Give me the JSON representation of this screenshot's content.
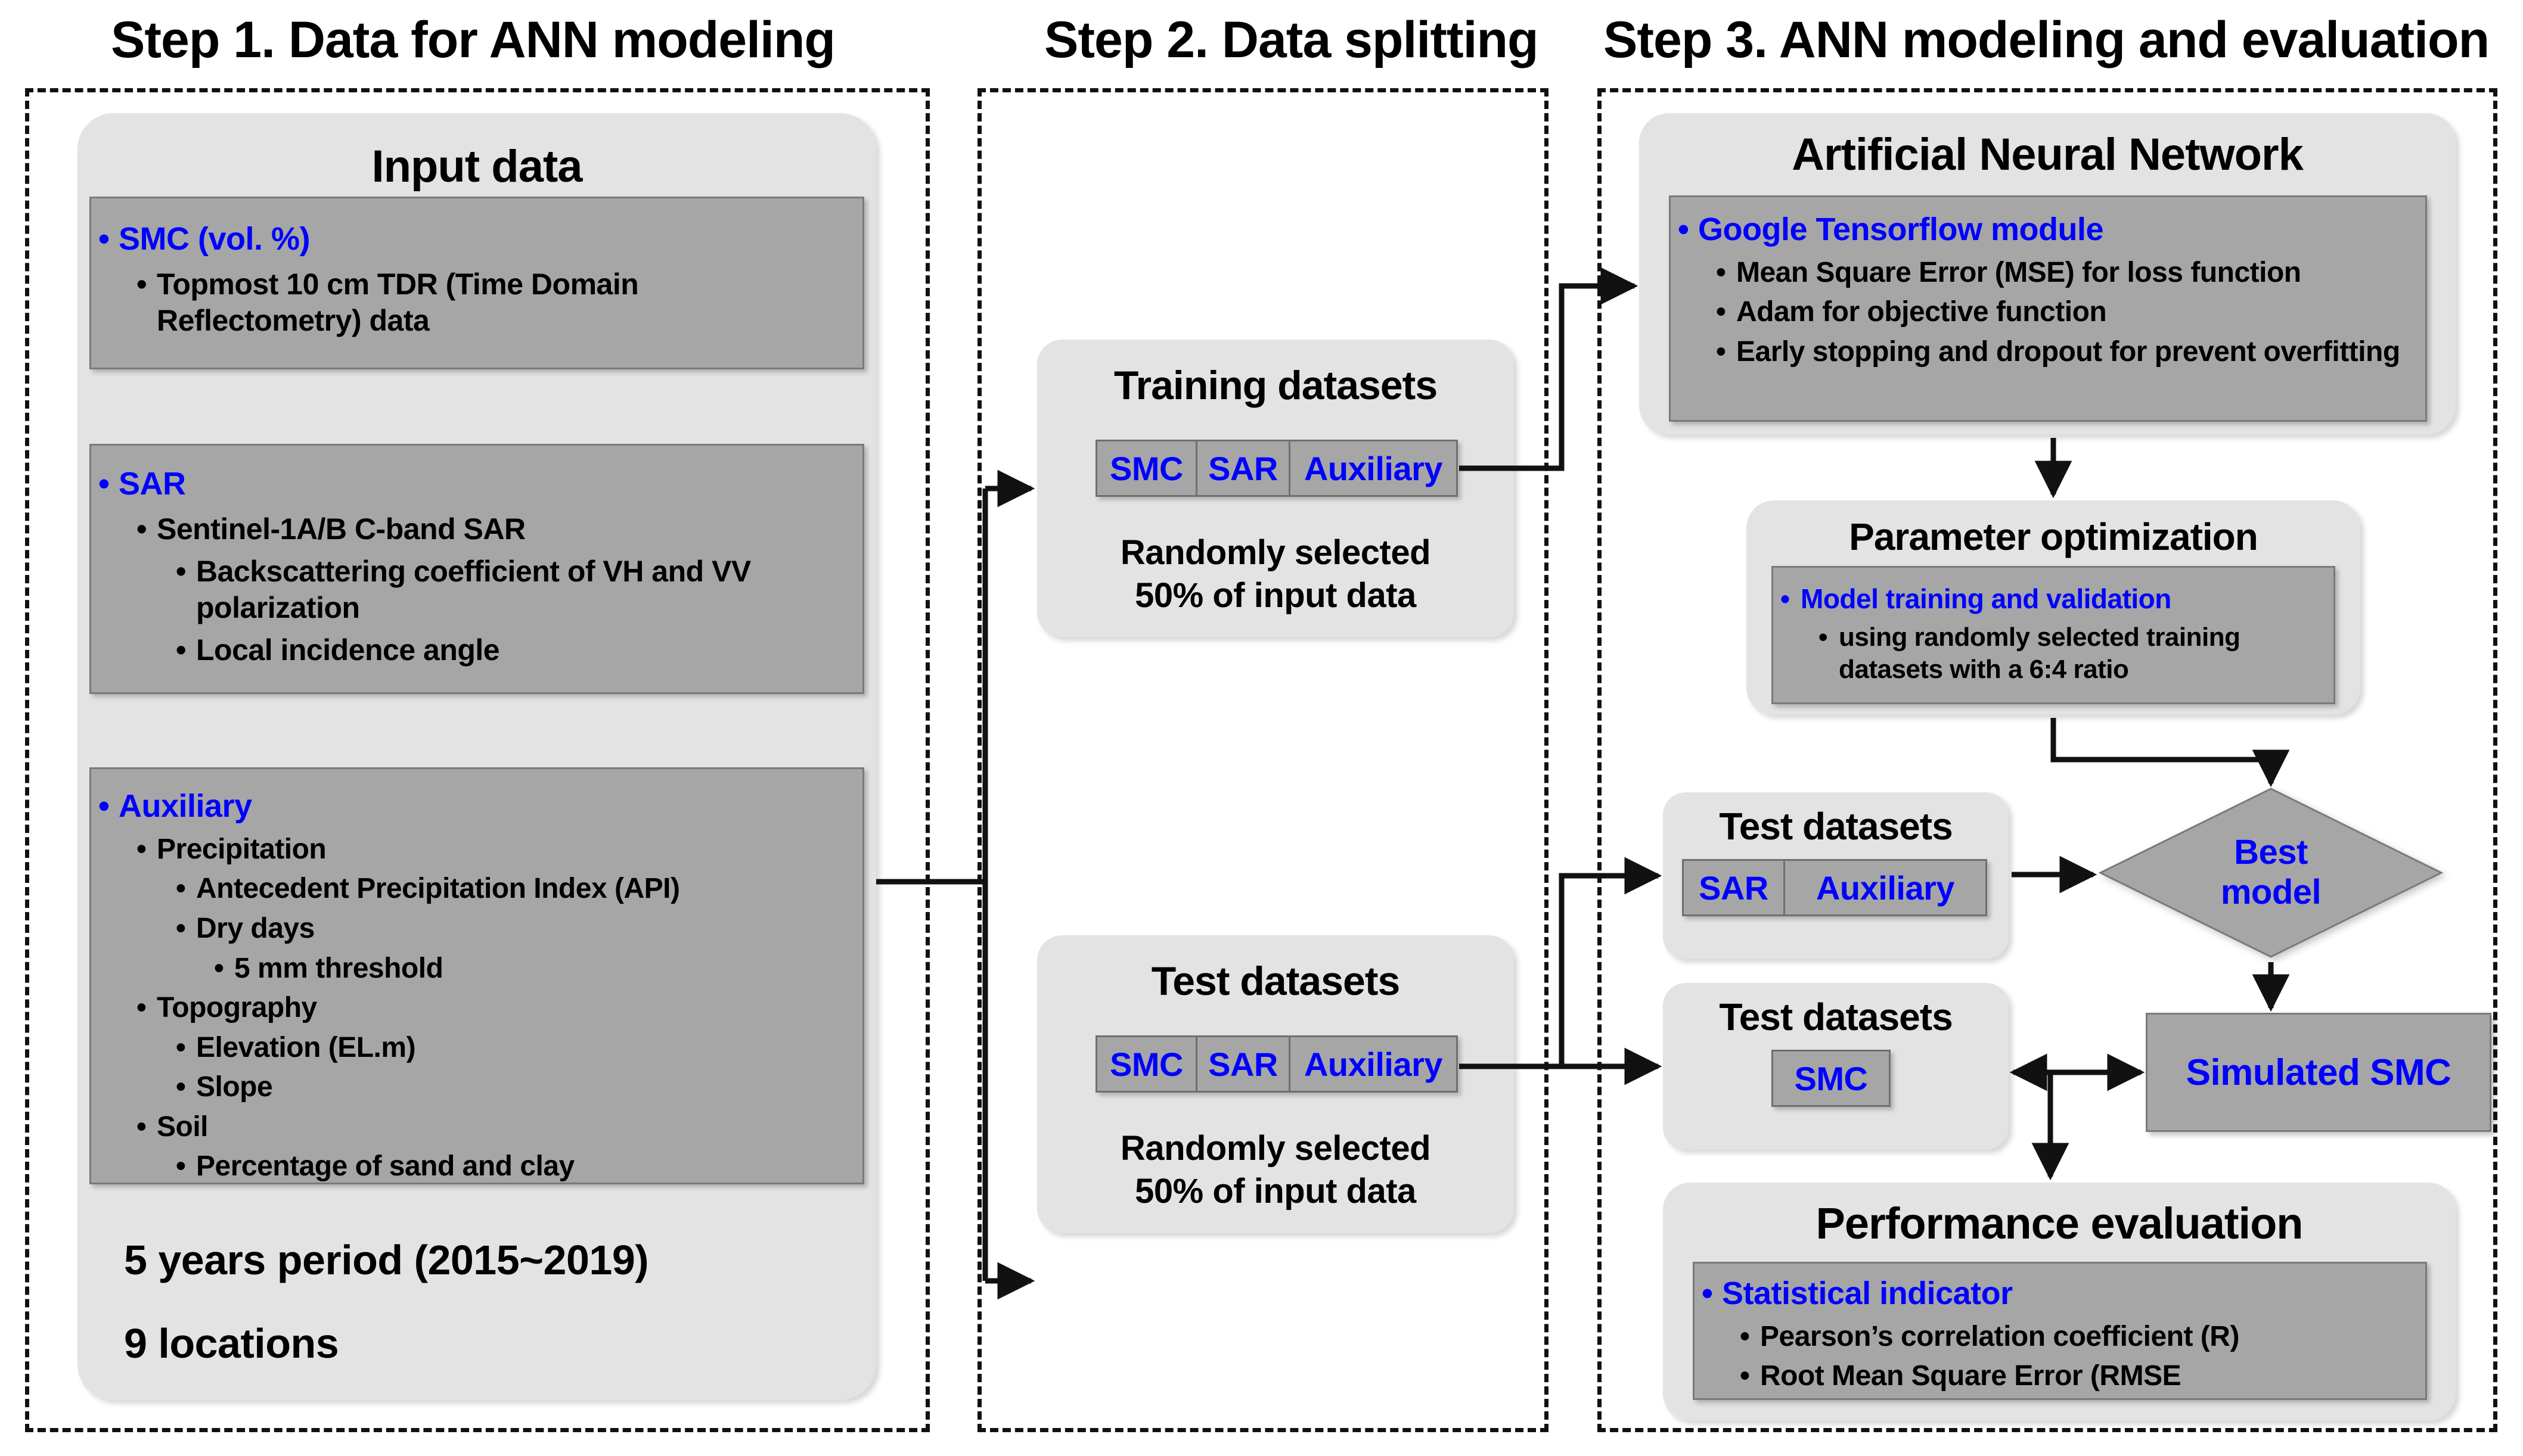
{
  "theme": {
    "accent_blue": "#0000FF",
    "panel_bg": "#e3e3e3",
    "box_bg": "#a6a6a6",
    "frame": "#111111",
    "text": "#000000"
  },
  "steps": [
    {
      "id": "step1",
      "title": "Step 1. Data for ANN modeling"
    },
    {
      "id": "step2",
      "title": "Step 2. Data splitting"
    },
    {
      "id": "step3",
      "title": "Step 3. ANN modeling and evaluation"
    }
  ],
  "step1": {
    "panel_title": "Input data",
    "smc_box": {
      "lines": [
        {
          "text": "SMC (vol. %)",
          "level": 0,
          "blue": true
        },
        {
          "text": "Topmost 10 cm TDR (Time Domain Reflectometry) data",
          "level": 1,
          "blue": false
        }
      ]
    },
    "sar_box": {
      "lines": [
        {
          "text": "SAR",
          "level": 0,
          "blue": true
        },
        {
          "text": "Sentinel-1A/B C-band SAR",
          "level": 1,
          "blue": false
        },
        {
          "text": "Backscattering coefficient of VH and VV polarization",
          "level": 2,
          "blue": false
        },
        {
          "text": "Local incidence angle",
          "level": 2,
          "blue": false
        }
      ]
    },
    "aux_box": {
      "lines": [
        {
          "text": "Auxiliary",
          "level": 0,
          "blue": true
        },
        {
          "text": "Precipitation",
          "level": 1,
          "blue": false
        },
        {
          "text": "Antecedent Precipitation Index (API)",
          "level": 2,
          "blue": false
        },
        {
          "text": "Dry days",
          "level": 2,
          "blue": false
        },
        {
          "text": "5 mm threshold",
          "level": 3,
          "blue": false
        },
        {
          "text": "Topography",
          "level": 1,
          "blue": false
        },
        {
          "text": "Elevation (EL.m)",
          "level": 2,
          "blue": false
        },
        {
          "text": "Slope",
          "level": 2,
          "blue": false
        },
        {
          "text": "Soil",
          "level": 1,
          "blue": false
        },
        {
          "text": "Percentage of sand and clay",
          "level": 2,
          "blue": false
        }
      ]
    },
    "footer_line1": "5 years period (2015~2019)",
    "footer_line2": "9 locations"
  },
  "step2": {
    "training": {
      "title": "Training datasets",
      "chips": [
        "SMC",
        "SAR",
        "Auxiliary"
      ],
      "note_line1": "Randomly selected",
      "note_line2": "50% of input data"
    },
    "test": {
      "title": "Test datasets",
      "chips": [
        "SMC",
        "SAR",
        "Auxiliary"
      ],
      "note_line1": "Randomly selected",
      "note_line2": "50% of input data"
    }
  },
  "step3": {
    "ann": {
      "title": "Artificial Neural Network",
      "lines": [
        {
          "text": "Google Tensorflow module",
          "level": 0,
          "blue": true
        },
        {
          "text": "Mean Square Error (MSE) for loss function",
          "level": 1,
          "blue": false
        },
        {
          "text": "Adam for objective function",
          "level": 1,
          "blue": false
        },
        {
          "text": "Early stopping and dropout for prevent overfitting",
          "level": 1,
          "blue": false
        }
      ]
    },
    "param": {
      "title": "Parameter optimization",
      "lines": [
        {
          "text": "Model training and validation",
          "level": 0,
          "blue": true
        },
        {
          "text": "using randomly selected training datasets with a 6:4 ratio",
          "level": 1,
          "blue": false
        }
      ]
    },
    "test_sar_aux": {
      "title": "Test datasets",
      "chips": [
        "SAR",
        "Auxiliary"
      ]
    },
    "test_smc": {
      "title": "Test datasets",
      "chips": [
        "SMC"
      ]
    },
    "best_model": {
      "line1": "Best",
      "line2": "model"
    },
    "simulated_smc": {
      "label": "Simulated SMC"
    },
    "performance": {
      "title": "Performance evaluation",
      "lines": [
        {
          "text": "Statistical indicator",
          "level": 0,
          "blue": true
        },
        {
          "text": "Pearson’s correlation coefficient (R)",
          "level": 1,
          "blue": false
        },
        {
          "text": "Root Mean Square Error (RMSE",
          "level": 1,
          "blue": false
        }
      ]
    }
  }
}
